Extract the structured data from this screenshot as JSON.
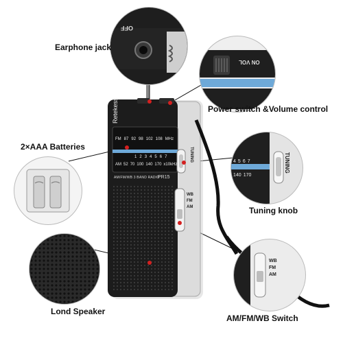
{
  "callouts": {
    "earphone_jack": "Earphone jack",
    "power_volume": "Power switch &Volume control",
    "batteries": "2×AAA Batteries",
    "tuning_knob": "Tuning knob",
    "speaker": "Lond  Speaker",
    "band_switch": "AM/FM/WB Switch"
  },
  "radio": {
    "brand": "Retekess",
    "model": "PR15",
    "subtitle": "AM/FM/WB 3 BAND RADIO",
    "tuning_label": "TUNING",
    "fm_label": "FM",
    "fm_scale": [
      "87",
      "92",
      "98",
      "102",
      "108"
    ],
    "fm_unit": "MHz",
    "wb_scale": [
      "1",
      "2",
      "3",
      "4",
      "5",
      "6",
      "7"
    ],
    "am_label": "AM",
    "am_scale": [
      "52",
      "70",
      "100",
      "140",
      "170"
    ],
    "am_unit": "x10kHz",
    "band_options": [
      "WB",
      "FM",
      "AM"
    ],
    "jack_label": "OFF",
    "volume_label": "ON VOL"
  },
  "colors": {
    "body_black": "#1a1a1a",
    "silver": "#d9d9d9",
    "accent_blue": "#6ea9d8",
    "marker_red": "#d42020"
  }
}
